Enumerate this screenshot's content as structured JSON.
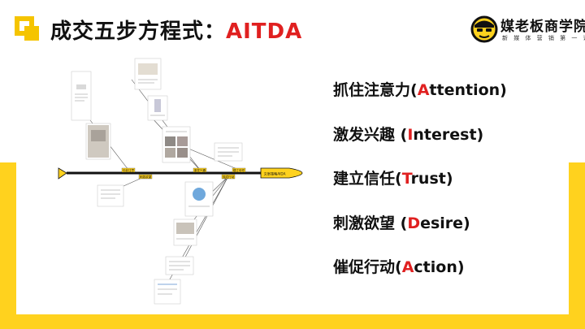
{
  "slide": {
    "title_prefix": "成交五步方程式：",
    "title_accent": "AITDA",
    "accent_color": "#e02020",
    "yellow_color": "#ffd21e"
  },
  "logo": {
    "name": "媒老板商学院",
    "subtitle": "新 媒 体 营 销 第 一 课",
    "icon": "mascot-face-icon"
  },
  "diagram": {
    "head_label": "文案策略AIDA",
    "node_labels": [
      "引起注意",
      "激发兴趣",
      "建立信任",
      "刺激欲望",
      "促成行动"
    ],
    "icons": [
      "fishbone-tail-icon",
      "fishbone-head-icon"
    ]
  },
  "steps": [
    {
      "pre": "抓住注意力(",
      "letter": "A",
      "rest": "ttention)"
    },
    {
      "pre": "激发兴趣 (",
      "letter": "I",
      "rest": "nterest)"
    },
    {
      "pre": "建立信任(",
      "letter": "T",
      "rest": "rust)"
    },
    {
      "pre": "刺激欲望 (",
      "letter": "D",
      "rest": "esire)"
    },
    {
      "pre": "催促行动(",
      "letter": "A",
      "rest": "ction)"
    }
  ]
}
